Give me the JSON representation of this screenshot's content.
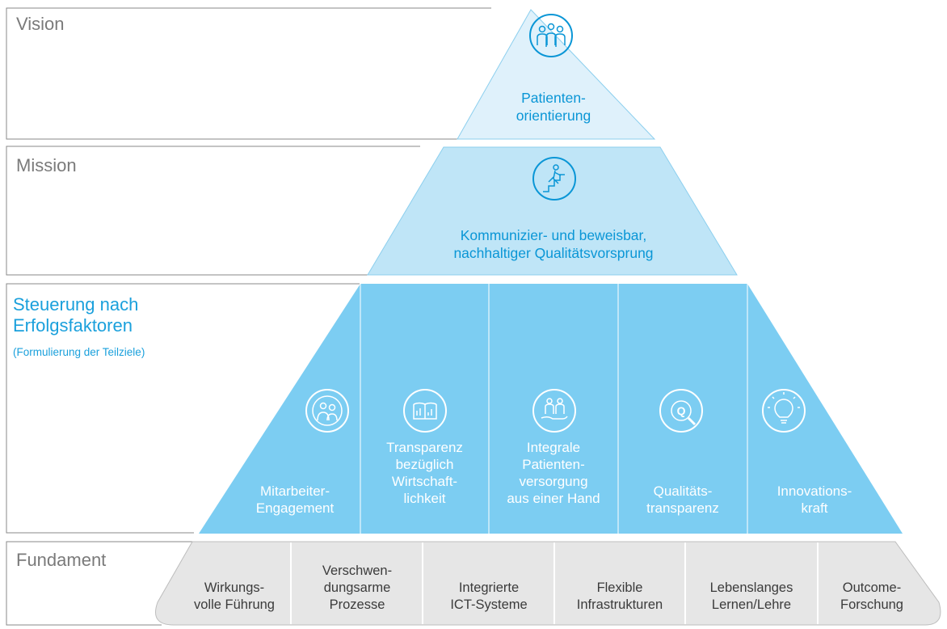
{
  "levels": {
    "vision": "Vision",
    "mission": "Mission",
    "steuerung": "Steuerung nach\nErfolgsfaktoren",
    "steuerung_sub": "(Formulierung der Teilziele)",
    "fundament": "Fundament"
  },
  "apex": {
    "text": "Patienten-\norientierung",
    "icon": "people-group-icon"
  },
  "mission_box": {
    "text": "Kommunizier- und beweisbar,\nnachhaltiger Qualitätsvorsprung",
    "icon": "climbing-stairs-icon"
  },
  "factors": [
    {
      "text": "Mitarbeiter-\nEngagement",
      "icon": "team-cycle-icon"
    },
    {
      "text": "Transparenz\nbezüglich\nWirtschaft-\nlichkeit",
      "icon": "book-chart-icon"
    },
    {
      "text": "Integrale\nPatienten-\nversorgung\naus einer Hand",
      "icon": "hand-care-icon"
    },
    {
      "text": "Qualitäts-\ntransparenz",
      "icon": "magnifier-q-icon"
    },
    {
      "text": "Innovations-\nkraft",
      "icon": "lightbulb-icon"
    }
  ],
  "foundation": [
    "Wirkungs-\nvolle Führung",
    "Verschwen-\ndungsarme\nProzesse",
    "Integrierte\nICT-Systeme",
    "Flexible\nInfrastrukturen",
    "Lebenslanges\nLernen/Lehre",
    "Outcome-\nForschung"
  ],
  "colors": {
    "apex": "#dff1fb",
    "mission": "#bfe5f7",
    "factors": "#7ccdf2",
    "foundation": "#e6e6e6",
    "accent": "#0a96d6"
  }
}
